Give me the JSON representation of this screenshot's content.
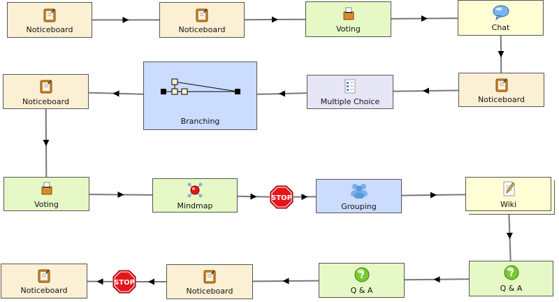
{
  "nodes": [
    {
      "id": "n1",
      "label": "Noticeboard",
      "type": "noticeboard",
      "icon": "noticeboard-icon"
    },
    {
      "id": "n2",
      "label": "Noticeboard",
      "type": "noticeboard",
      "icon": "noticeboard-icon"
    },
    {
      "id": "n3",
      "label": "Voting",
      "type": "voting",
      "icon": "voting-icon"
    },
    {
      "id": "n4",
      "label": "Chat",
      "type": "chat",
      "icon": "chat-bubble-icon"
    },
    {
      "id": "n5",
      "label": "Noticeboard",
      "type": "noticeboard",
      "icon": "noticeboard-icon"
    },
    {
      "id": "n6",
      "label": "Multiple Choice",
      "type": "multiple-choice",
      "icon": "checklist-icon"
    },
    {
      "id": "n7",
      "label": "Branching",
      "type": "branching",
      "icon": "branching-icon"
    },
    {
      "id": "n8",
      "label": "Noticeboard",
      "type": "noticeboard",
      "icon": "noticeboard-icon"
    },
    {
      "id": "n9",
      "label": "Voting",
      "type": "voting",
      "icon": "voting-icon"
    },
    {
      "id": "n10",
      "label": "Mindmap",
      "type": "mindmap",
      "icon": "mindmap-icon"
    },
    {
      "id": "stop1",
      "label": "STOP",
      "type": "stop",
      "icon": "stop-sign-icon"
    },
    {
      "id": "n11",
      "label": "Grouping",
      "type": "grouping",
      "icon": "grouping-people-icon"
    },
    {
      "id": "n12",
      "label": "Wiki",
      "type": "wiki",
      "icon": "wiki-page-icon"
    },
    {
      "id": "n13",
      "label": "Q & A",
      "type": "qa",
      "icon": "question-icon"
    },
    {
      "id": "n14",
      "label": "Q & A",
      "type": "qa",
      "icon": "question-icon"
    },
    {
      "id": "n15",
      "label": "Noticeboard",
      "type": "noticeboard",
      "icon": "noticeboard-icon"
    },
    {
      "id": "stop2",
      "label": "STOP",
      "type": "stop",
      "icon": "stop-sign-icon"
    },
    {
      "id": "n16",
      "label": "Noticeboard",
      "type": "noticeboard",
      "icon": "noticeboard-icon"
    }
  ],
  "edges": [
    [
      "n1",
      "n2"
    ],
    [
      "n2",
      "n3"
    ],
    [
      "n3",
      "n4"
    ],
    [
      "n4",
      "n5"
    ],
    [
      "n5",
      "n6"
    ],
    [
      "n6",
      "n7"
    ],
    [
      "n7",
      "n8"
    ],
    [
      "n8",
      "n9"
    ],
    [
      "n9",
      "n10"
    ],
    [
      "n10",
      "stop1"
    ],
    [
      "stop1",
      "n11"
    ],
    [
      "n11",
      "n12"
    ],
    [
      "n12",
      "n13"
    ],
    [
      "n13",
      "n14"
    ],
    [
      "n14",
      "n15"
    ],
    [
      "n15",
      "stop2"
    ],
    [
      "stop2",
      "n16"
    ]
  ],
  "colors": {
    "noticeboard_fill": "#fcf0d4",
    "green_fill": "#e6f8c6",
    "yellow_fill": "#fefdd4",
    "purple_fill": "#e6e6f6",
    "blue_fill": "#cbdcff",
    "stop_red": "#e8141b",
    "edge": "#777777"
  }
}
